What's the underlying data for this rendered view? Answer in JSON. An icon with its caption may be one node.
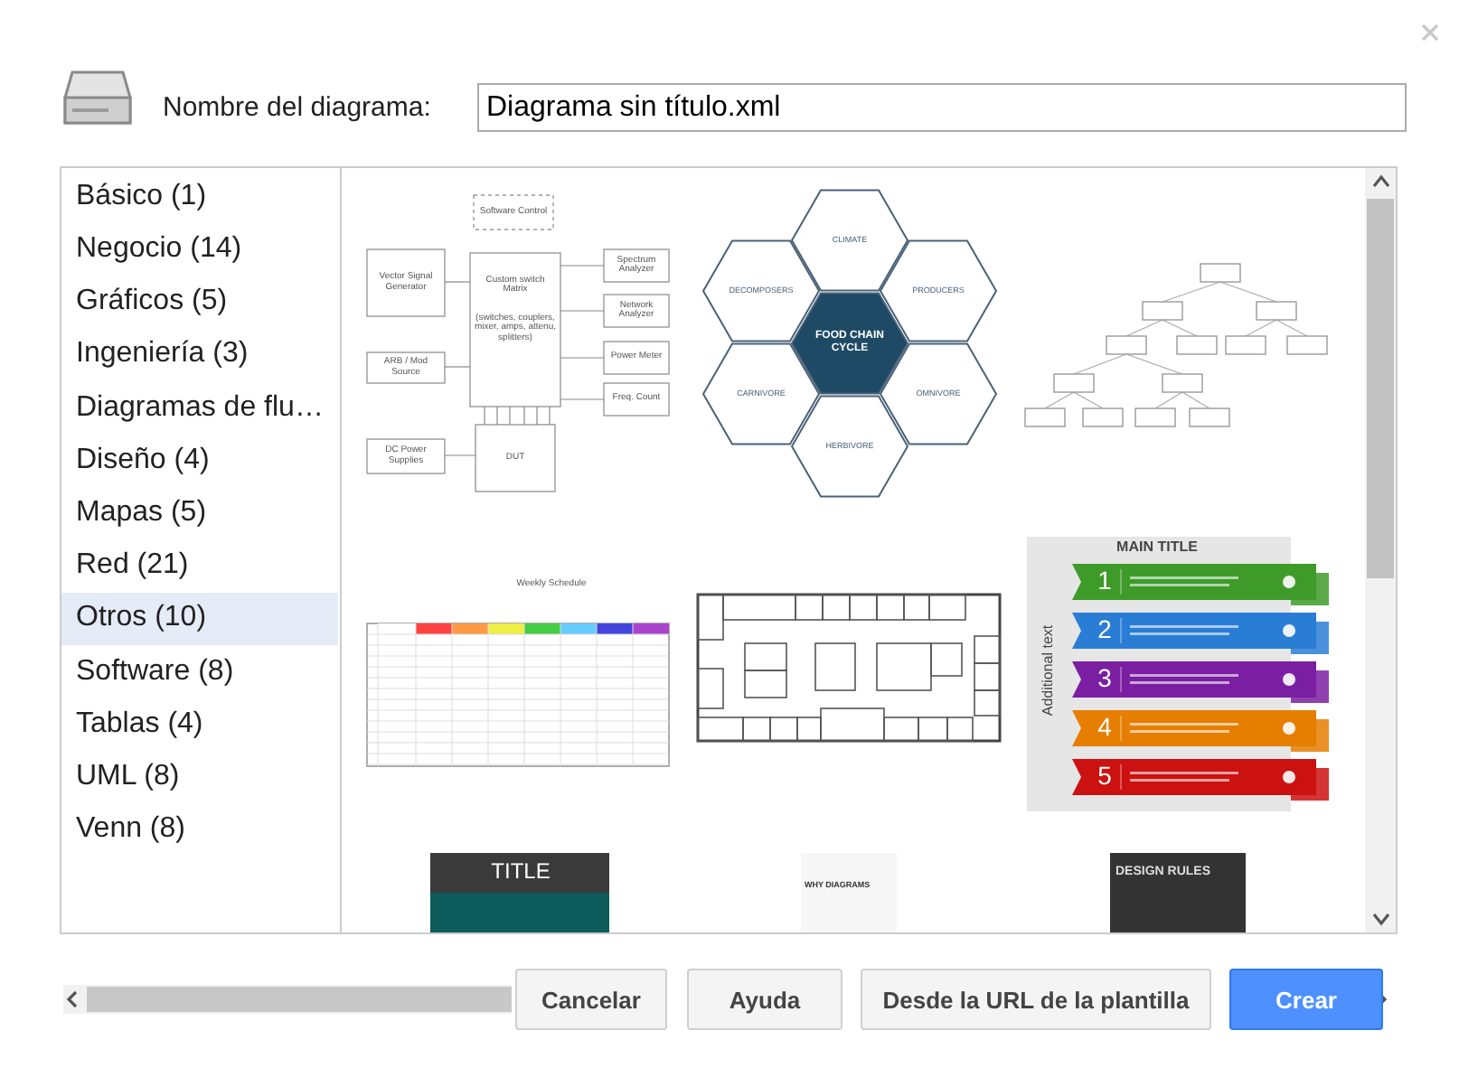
{
  "diagram": {
    "labels": [
      "Nombre del diagrama:",
      "Diagrama sin título.xml",
      "Básico (1)",
      "Negocio (14)",
      "Gráficos (5)",
      "Ingeniería (3)",
      "Diagramas de flu…",
      "Diseño (4)",
      "Mapas (5)",
      "Red (21)",
      "Otros (10)",
      "Software (8)",
      "Tablas (4)",
      "UML (8)",
      "Venn (8)",
      "Software Control",
      "Vector Signal Generator",
      "Custom switch Matrix",
      "(switches, couplers, mixer, amps, attenu, splitters)",
      "Spectrum Analyzer",
      "Network Analyzer",
      "ARB / Mod Source",
      "Power Meter",
      "Freq. Count",
      "DC Power Supplies",
      "DUT",
      "CLIMATE",
      "DECOMPOSERS",
      "PRODUCERS",
      "FOOD CHAIN CYCLE",
      "CARNIVORE",
      "OMNIVORE",
      "HERBIVORE",
      "Weekly Schedule",
      "MAIN TITLE",
      "1",
      "2",
      "3",
      "4",
      "5",
      "Additional text",
      "TITLE",
      "WHY DIAGRAMS",
      "DESIGN RULES",
      "Cancelar",
      "Ayuda",
      "Desde la URL de la plantilla",
      "Crear"
    ]
  }
}
